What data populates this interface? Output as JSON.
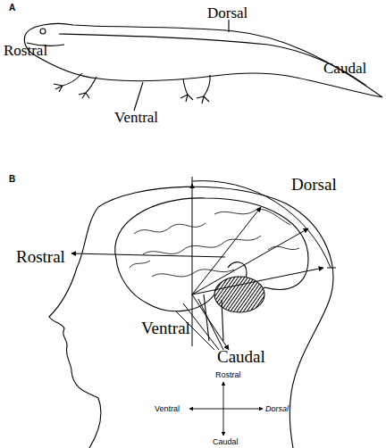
{
  "diagram": {
    "labels": [
      "A",
      "Dorsal",
      "Rostral",
      "Caudal",
      "Ventral",
      "B",
      "Dorsal",
      "Rostral",
      "Ventral",
      "Caudal",
      "Rostral",
      "Ventral",
      "Dorsal",
      "Caudal"
    ]
  }
}
